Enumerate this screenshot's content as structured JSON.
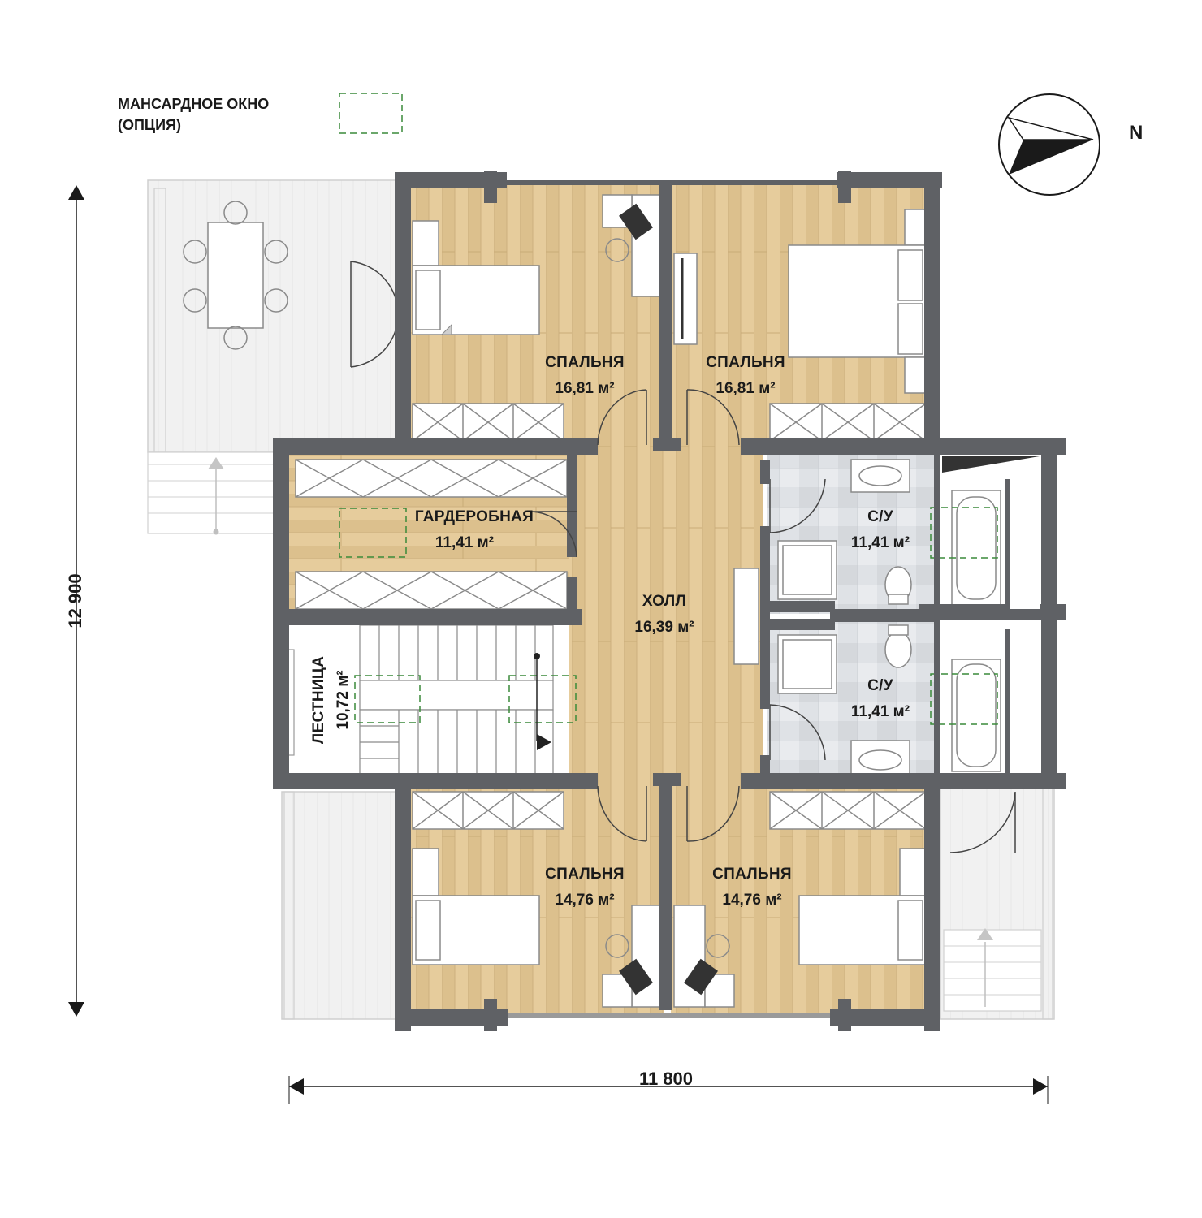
{
  "legend": {
    "skylight_line1": "МАНСАРДНОЕ ОКНО",
    "skylight_line2": "(ОПЦИЯ)"
  },
  "compass": {
    "north_label": "N"
  },
  "dimensions": {
    "height": "12 900",
    "width": "11 800"
  },
  "rooms": {
    "bedroom_nw": {
      "name": "СПАЛЬНЯ",
      "area": "16,81 м²"
    },
    "bedroom_ne": {
      "name": "СПАЛЬНЯ",
      "area": "16,81 м²"
    },
    "wardrobe": {
      "name": "ГАРДЕРОБНАЯ",
      "area": "11,41 м²"
    },
    "hall": {
      "name": "ХОЛЛ",
      "area": "16,39 м²"
    },
    "bath_1": {
      "name": "С/У",
      "area": "11,41 м²"
    },
    "bath_2": {
      "name": "С/У",
      "area": "11,41 м²"
    },
    "stairs": {
      "name": "ЛЕСТНИЦА",
      "area": "10,72 м²"
    },
    "bedroom_sw": {
      "name": "СПАЛЬНЯ",
      "area": "14,76 м²"
    },
    "bedroom_se": {
      "name": "СПАЛЬНЯ",
      "area": "14,76 м²"
    }
  },
  "colors": {
    "wall": "#5f6165",
    "wood_floor": "#e3c99a",
    "tile_floor": "#dcdfe3",
    "terrace": "#eeeeee",
    "skylight_dash": "#3a8a3a"
  }
}
